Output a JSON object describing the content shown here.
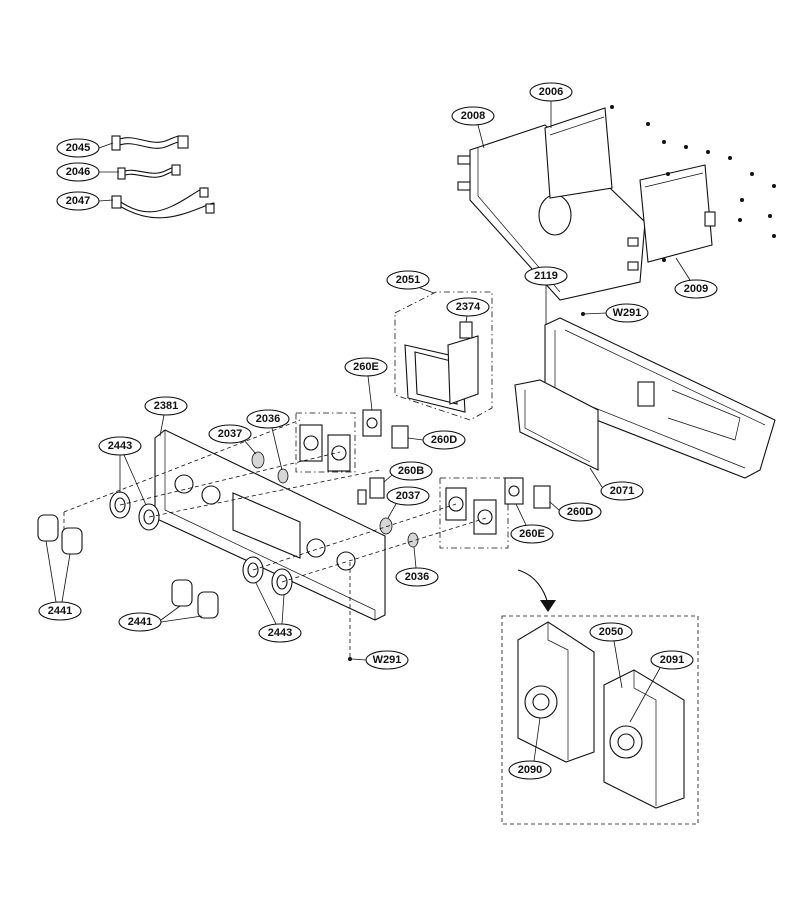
{
  "callouts": {
    "c2045": "2045",
    "c2046": "2046",
    "c2047": "2047",
    "c2006": "2006",
    "c2008": "2008",
    "c2009": "2009",
    "c2051": "2051",
    "c2374": "2374",
    "c2119": "2119",
    "cW291_top": "W291",
    "c260E_top": "260E",
    "c260D_top": "260D",
    "c260B": "260B",
    "c2381": "2381",
    "c2037_top": "2037",
    "c2036_top": "2036",
    "c2443_top": "2443",
    "c2037_mid": "2037",
    "c2071": "2071",
    "c260D_mid": "260D",
    "c260E_mid": "260E",
    "c2036_mid": "2036",
    "c2441_left": "2441",
    "c2441_mid": "2441",
    "c2443_bottom": "2443",
    "cW291_bottom": "W291",
    "c2050": "2050",
    "c2091": "2091",
    "c2090": "2090"
  },
  "colors": {
    "line": "#111111",
    "background": "#ffffff",
    "shade": "#d6d6d6"
  }
}
